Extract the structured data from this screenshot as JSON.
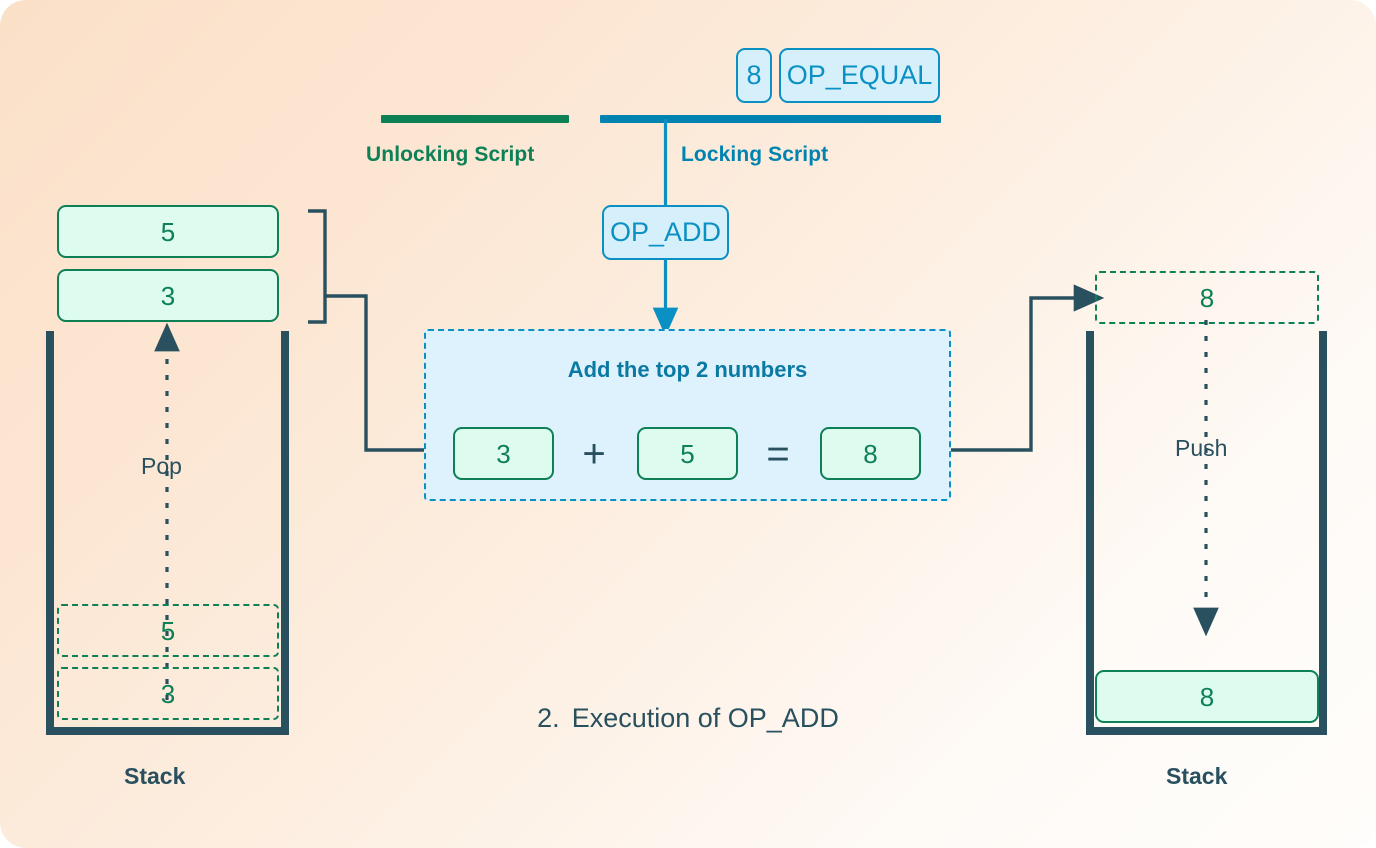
{
  "caption": {
    "index": "2.",
    "text": "Execution of OP_ADD"
  },
  "scripts": {
    "unlocking": {
      "label": "Unlocking Script",
      "color": "#0d8055"
    },
    "locking": {
      "label": "Locking Script",
      "color": "#0083b0"
    }
  },
  "tokens": {
    "remaining": [
      {
        "name": "value-8",
        "label": "8"
      },
      {
        "name": "op-equal",
        "label": "OP_EQUAL"
      }
    ],
    "current": {
      "name": "op-add",
      "label": "OP_ADD"
    }
  },
  "left_stack": {
    "caption": "Stack",
    "flow_label": "Pop",
    "popped_items": [
      {
        "label": "5"
      },
      {
        "label": "3"
      }
    ],
    "ghost_items": [
      {
        "label": "5"
      },
      {
        "label": "3"
      }
    ]
  },
  "right_stack": {
    "caption": "Stack",
    "flow_label": "Push",
    "incoming_item": {
      "label": "8"
    },
    "items": [
      {
        "label": "8"
      }
    ]
  },
  "operation": {
    "title": "Add the top 2 numbers",
    "operand_a": "3",
    "operator": "+",
    "operand_b": "5",
    "equals": "=",
    "result": "8"
  },
  "colors": {
    "green": "#0d8055",
    "blue": "#0b90c4",
    "blue_dark": "#0083b0",
    "ink": "#28505e",
    "chip_green_fill": "#ddfbef",
    "chip_blue_fill": "#d6f0fb",
    "panel_fill": "#ddf2fd"
  }
}
